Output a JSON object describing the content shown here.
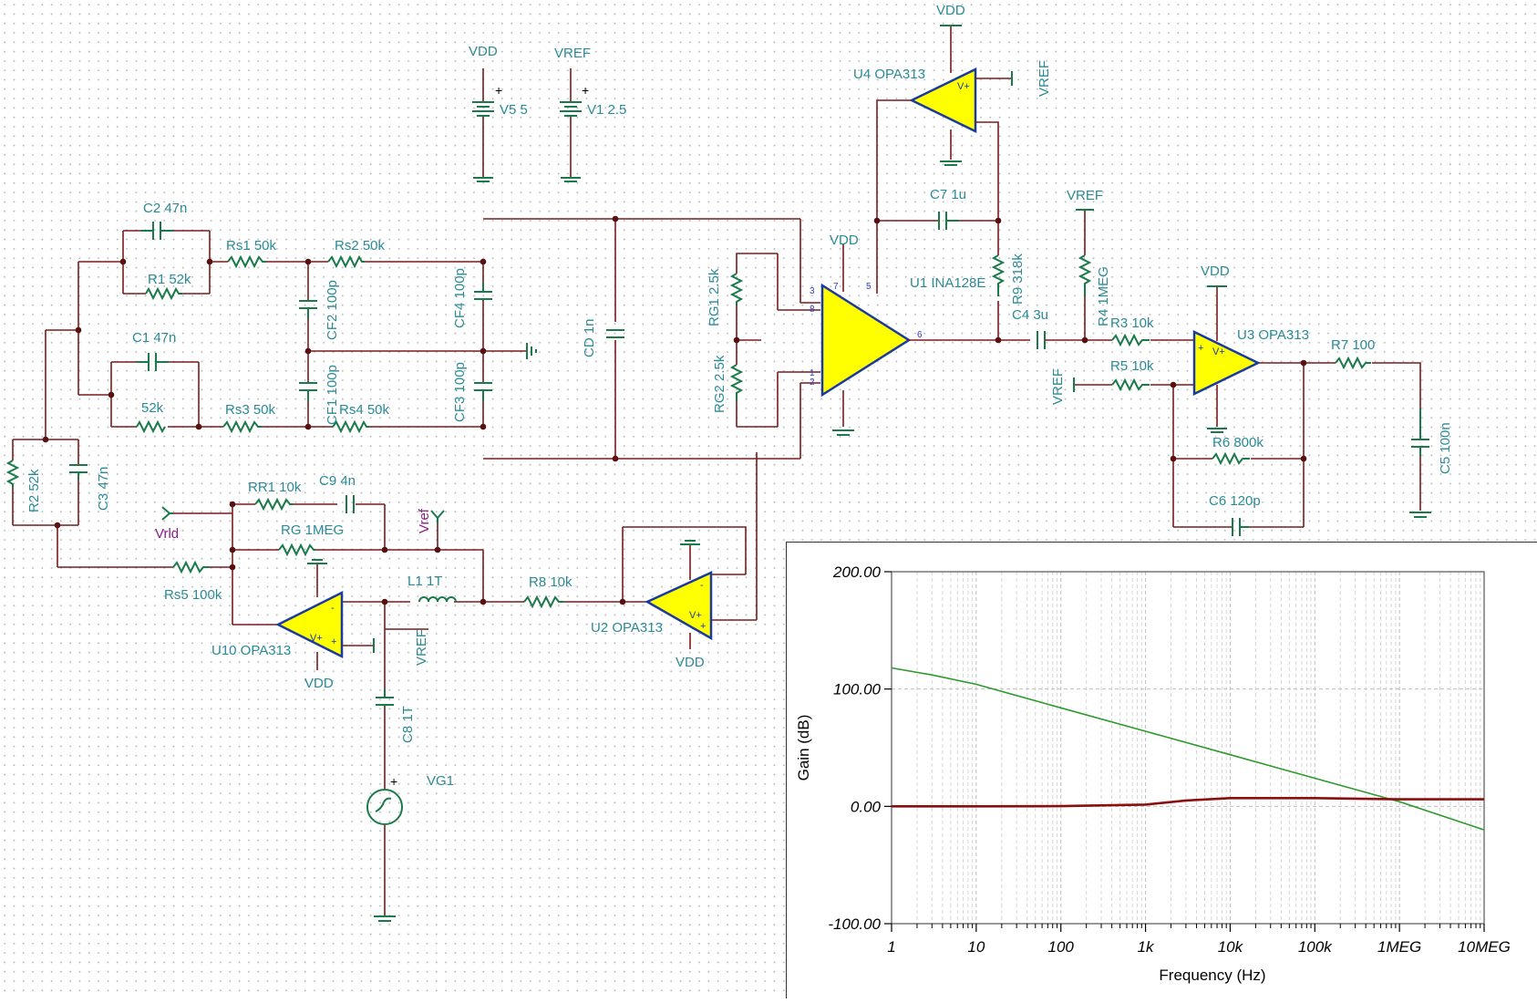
{
  "schematic": {
    "power": {
      "v5": {
        "net": "VDD",
        "label": "V5 5"
      },
      "v1": {
        "net": "VREF",
        "label": "V1 2.5"
      }
    },
    "labels": {
      "c2": "C2 47n",
      "r1": "R1 52k",
      "rs1": "Rs1 50k",
      "rs2": "Rs2 50k",
      "c1": "C1 47n",
      "r52k": "52k",
      "rs3": "Rs3 50k",
      "rs4": "Rs4 50k",
      "cf2": "CF2 100p",
      "cf1": "CF1 100p",
      "cf4": "CF4 100p",
      "cf3": "CF3 100p",
      "cd": "CD 1n",
      "r2": "R2 52k",
      "c3": "C3 47n",
      "rg1": "RG1 2.5k",
      "rg2": "RG2 2.5k",
      "u1": "U1 INA128E",
      "u4": "U4 OPA313",
      "c7": "C7 1u",
      "r9": "R9 318k",
      "c4": "C4 3u",
      "r4": "R4 1MEG",
      "r3": "R3 10k",
      "r5": "R5 10k",
      "u3": "U3 OPA313",
      "r7": "R7 100",
      "c5": "C5 100n",
      "r6": "R6 800k",
      "c6": "C6 120p",
      "rr1": "RR1 10k",
      "c9": "C9 4n",
      "rg": "RG 1MEG",
      "rs5": "Rs5 100k",
      "vrld": "Vrld",
      "vref_lower": "Vref",
      "l1": "L1 1T",
      "r8": "R8 10k",
      "u2": "U2 OPA313",
      "u10": "U10 OPA313",
      "c8": "C8 1T",
      "vg1": "VG1"
    },
    "nets": {
      "vdd": "VDD",
      "vref": "VREF"
    }
  },
  "plot": {
    "ylabel": "Gain (dB)",
    "xlabel": "Frequency (Hz)",
    "yticks": [
      "200.00",
      "100.00",
      "0.00",
      "-100.00"
    ],
    "xticks": [
      "1",
      "10",
      "100",
      "1k",
      "10k",
      "100k",
      "1MEG",
      "10MEG"
    ]
  },
  "chart_data": {
    "type": "line",
    "xscale": "log",
    "xlim": [
      1,
      10000000
    ],
    "ylim": [
      -100,
      200
    ],
    "grid": true,
    "xlabel": "Frequency (Hz)",
    "ylabel": "Gain (dB)",
    "series": [
      {
        "color": "#2e9a2e",
        "x": [
          1,
          3,
          10,
          100,
          1000,
          10000,
          100000,
          1000000,
          10000000
        ],
        "y": [
          118,
          112,
          104,
          84,
          64,
          44,
          24,
          4,
          -20
        ]
      },
      {
        "color": "#8b0f0f",
        "x": [
          1,
          10,
          100,
          1000,
          3000,
          10000,
          100000,
          1000000,
          10000000
        ],
        "y": [
          0,
          0,
          0.2,
          1.5,
          5,
          7,
          7,
          6,
          6
        ]
      }
    ]
  }
}
